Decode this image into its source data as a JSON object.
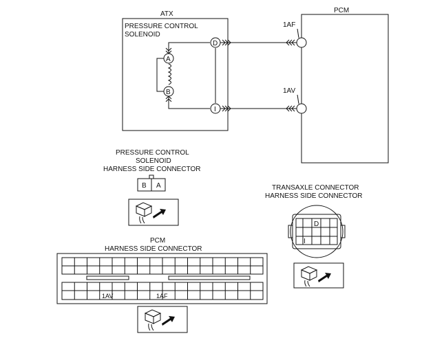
{
  "atx": {
    "title": "ATX",
    "solenoid_line1": "PRESSURE CONTROL",
    "solenoid_line2": "SOLENOID",
    "terminal_a": "A",
    "terminal_b": "B",
    "terminal_d": "D",
    "terminal_i": "I"
  },
  "pcm": {
    "title": "PCM",
    "pin_1af": "1AF",
    "pin_1av": "1AV"
  },
  "solenoid_connector": {
    "line1": "PRESSURE CONTROL",
    "line2": "SOLENOID",
    "line3": "HARNESS SIDE CONNECTOR",
    "pin_b": "B",
    "pin_a": "A"
  },
  "transaxle_connector": {
    "line1": "TRANSAXLE CONNECTOR",
    "line2": "HARNESS SIDE CONNECTOR",
    "pin_d": "D",
    "pin_i": "I"
  },
  "pcm_connector": {
    "line1": "PCM",
    "line2": "HARNESS SIDE CONNECTOR",
    "pin_1av": "1AV",
    "pin_1af": "1AF"
  },
  "icons": [
    "connector-plug-icon",
    "connector-plug-icon",
    "connector-plug-icon"
  ]
}
